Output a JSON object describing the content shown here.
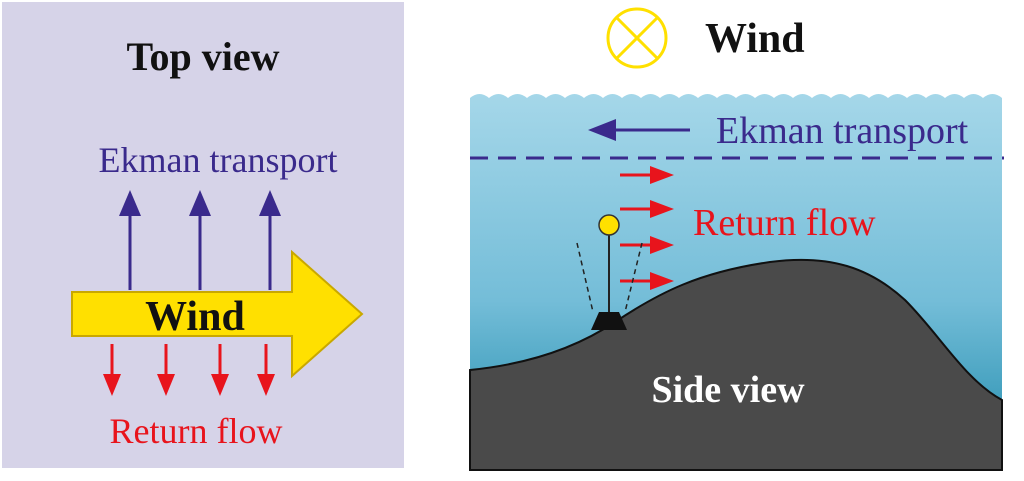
{
  "top_view": {
    "title": "Top view",
    "ekman_label": "Ekman transport",
    "wind_label": "Wind",
    "return_label": "Return flow"
  },
  "side_view": {
    "wind_label": "Wind",
    "ekman_label": "Ekman transport",
    "return_label": "Return flow",
    "title": "Side view",
    "wind_symbol": "wind-into-page-icon"
  },
  "colors": {
    "top_panel_bg": "#d6d3e8",
    "ekman": "#3a2a8c",
    "return_flow": "#e8141c",
    "wind_arrow_fill": "#ffe000",
    "wind_arrow_stroke": "#c9a800",
    "water_top": "#9fd3e6",
    "water_bottom": "#1f8fae",
    "seabed": "#4a4a4a",
    "wind_symbol": "#ffe000"
  }
}
